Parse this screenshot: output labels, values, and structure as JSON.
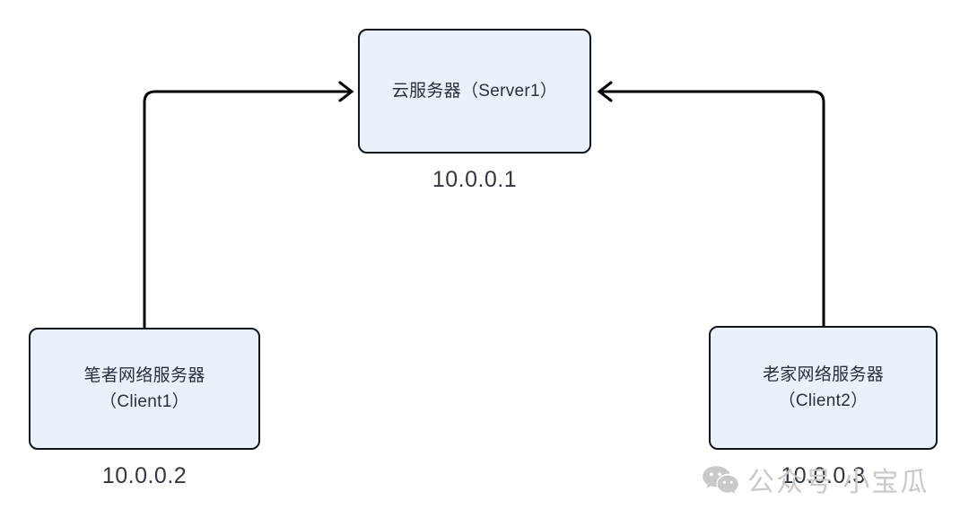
{
  "diagram": {
    "type": "network-topology",
    "background_color": "#ffffff",
    "node_fill_color": "#ebf1fb",
    "node_border_color": "#12161c",
    "text_color": "#28303c",
    "nodes": [
      {
        "id": "server",
        "label": "云服务器（Server1）",
        "ip": "10.0.0.1",
        "role": "server"
      },
      {
        "id": "client1",
        "label": "笔者网络服务器\n（Client1）",
        "ip": "10.0.0.2",
        "role": "client"
      },
      {
        "id": "client2",
        "label": "老家网络服务器\n（Client2）",
        "ip": "10.0.0.3",
        "role": "client"
      }
    ],
    "edges": [
      {
        "id": "edge-client1-to-server",
        "from": "client1",
        "to": "server",
        "direction": "client1 -> server",
        "style": "orthogonal-rounded",
        "arrowhead": "open-chevron"
      },
      {
        "id": "edge-client2-to-server",
        "from": "client2",
        "to": "server",
        "direction": "client2 -> server",
        "style": "orthogonal-rounded",
        "arrowhead": "open-chevron"
      }
    ]
  },
  "watermark": {
    "icon": "wechat-icon",
    "text": "公众号 小宝瓜",
    "color": "#c9c9c9"
  }
}
